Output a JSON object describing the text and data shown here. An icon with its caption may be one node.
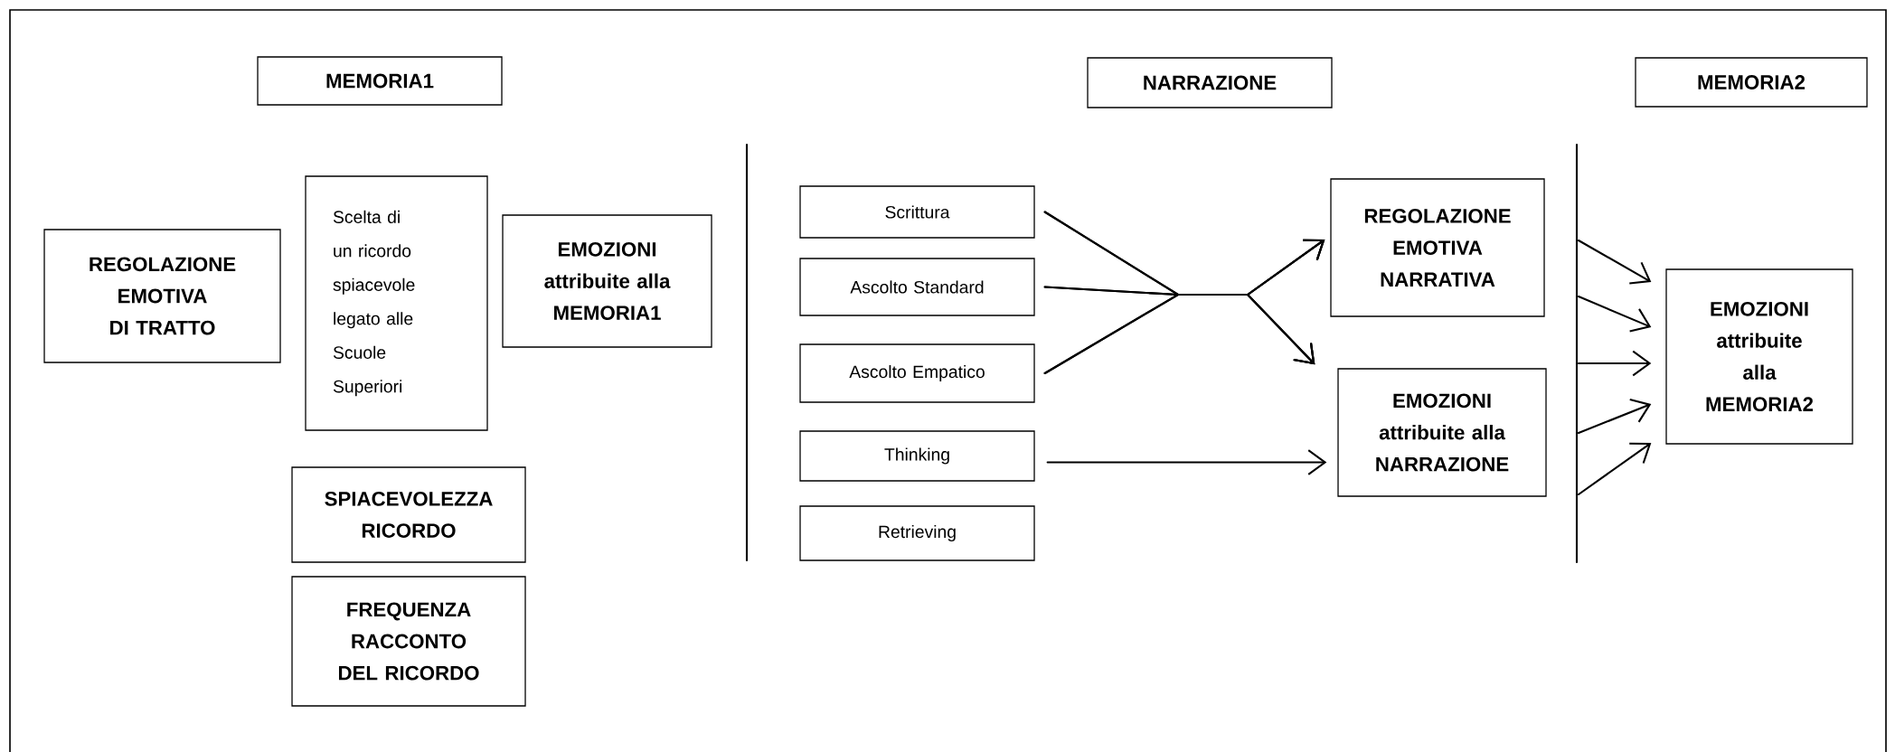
{
  "diagram": {
    "nodes": [
      {
        "text": [
          "MEMORIA1"
        ]
      },
      {
        "text": [
          "NARRAZIONE"
        ]
      },
      {
        "text": [
          "MEMORIA2"
        ]
      },
      {
        "text": [
          "REGOLAZIONE EMOTIVA DI TRATTO"
        ]
      },
      {
        "text": [
          "Scelta di un ricordo spiacevole legato alle Scuole Superiori"
        ]
      },
      {
        "text": [
          "EMOZIONI attribuite alla MEMORIA1"
        ]
      },
      {
        "text": [
          "SPIACEVOLEZZA RICORDO"
        ]
      },
      {
        "text": [
          "FREQUENZA RACCONTO DEL RICORDO"
        ]
      },
      {
        "text": [
          "Scrittura"
        ]
      },
      {
        "text": [
          "Ascolto Standard"
        ]
      },
      {
        "text": [
          "Ascolto Empatico"
        ]
      },
      {
        "text": [
          "Thinking"
        ]
      },
      {
        "text": [
          "Retrieving"
        ]
      },
      {
        "text": [
          "REGOLAZIONE EMOTIVA NARRATIVA"
        ]
      },
      {
        "text": [
          "EMOZIONI attribuite alla NARRAZIONE"
        ]
      },
      {
        "text": [
          "EMOZIONI attribuite alla MEMORIA2"
        ]
      }
    ],
    "edges": [
      {
        "from": 8,
        "to": 13,
        "arrow": "to"
      },
      {
        "from": 8,
        "to": 14,
        "arrow": "to"
      },
      {
        "from": 9,
        "to": 13,
        "arrow": "to"
      },
      {
        "from": 9,
        "to": 14,
        "arrow": "to"
      },
      {
        "from": 10,
        "to": 13,
        "arrow": "to"
      },
      {
        "from": 10,
        "to": 14,
        "arrow": "to"
      },
      {
        "from": 11,
        "to": 14,
        "arrow": "to"
      },
      {
        "from": null,
        "to": 15,
        "arrow": "to"
      },
      {
        "from": null,
        "to": 15,
        "arrow": "to"
      },
      {
        "from": null,
        "to": 15,
        "arrow": "to"
      },
      {
        "from": null,
        "to": 15,
        "arrow": "to"
      },
      {
        "from": null,
        "to": 15,
        "arrow": "to"
      }
    ]
  }
}
